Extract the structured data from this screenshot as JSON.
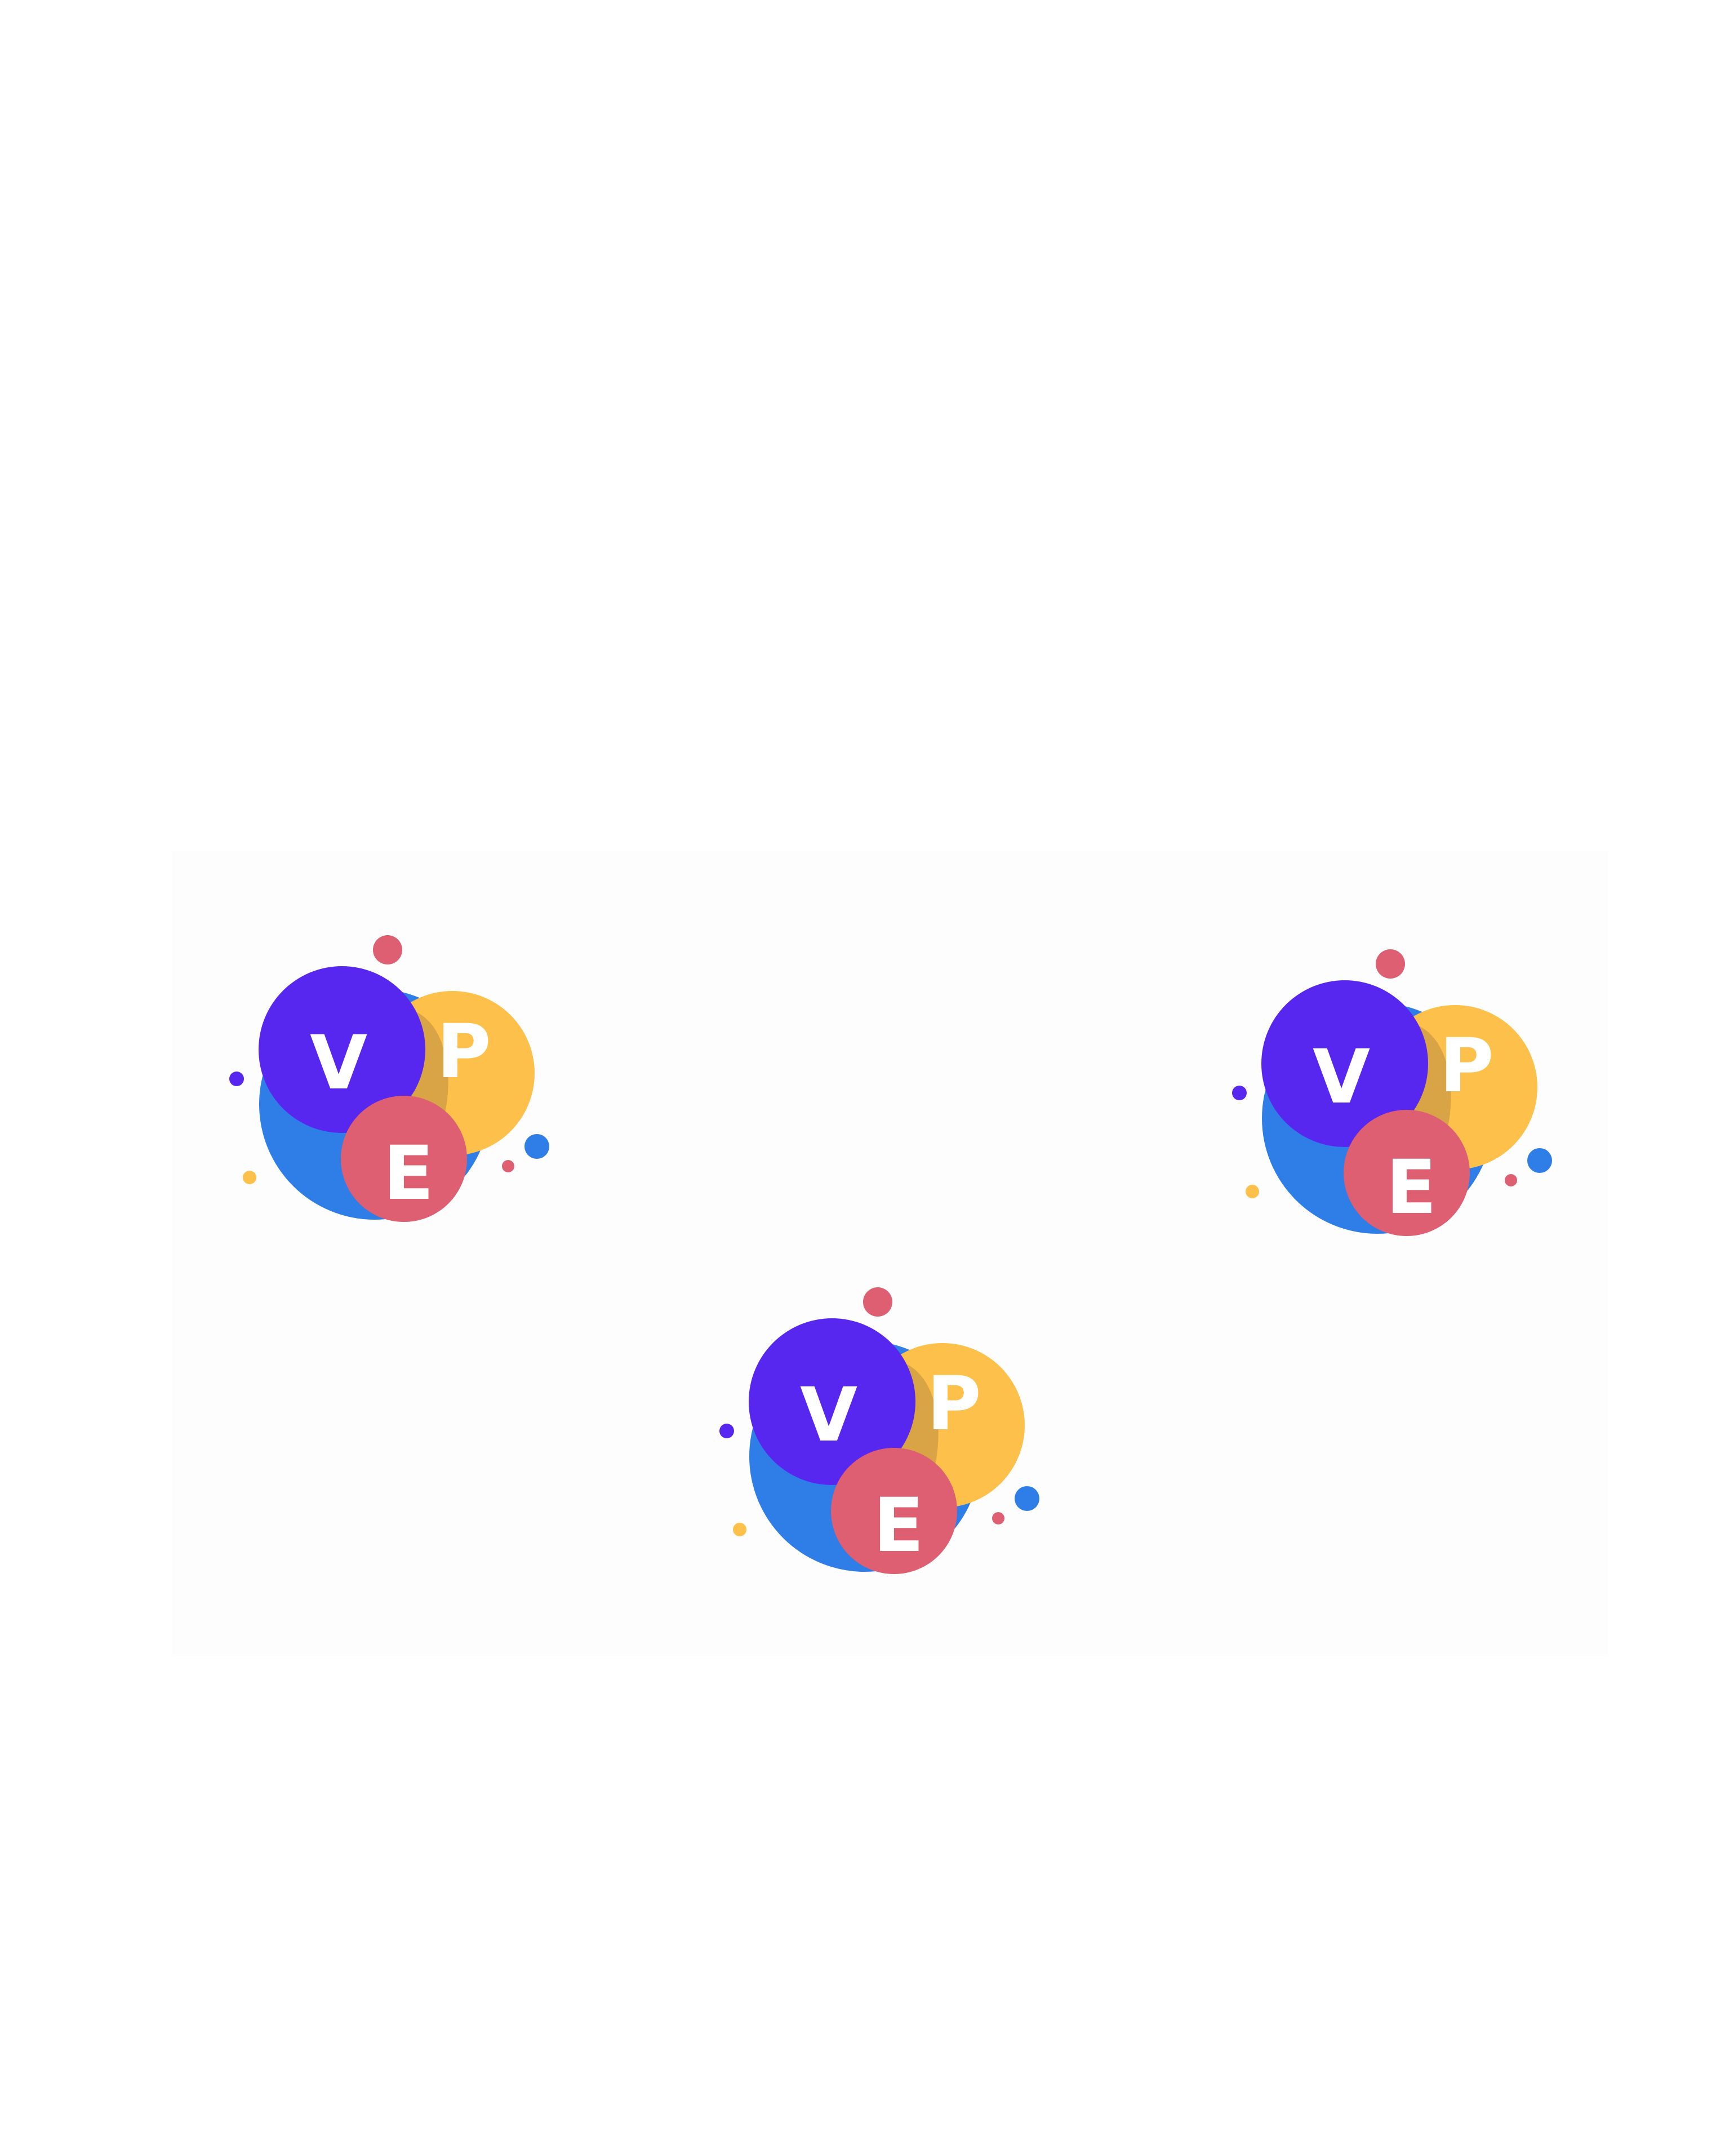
{
  "colors": {
    "background": "#ffffff",
    "panel": "#fdfdfd",
    "blue": "#2f7de6",
    "purple": "#5727f0",
    "yellow": "#fdc04b",
    "overlap": "#d8a445",
    "pink": "#de5f72",
    "letter": "#ffffff"
  },
  "logos": [
    {
      "id": "logo-left",
      "letters": {
        "v": "V",
        "p": "P",
        "e": "E"
      }
    },
    {
      "id": "logo-right",
      "letters": {
        "v": "V",
        "p": "P",
        "e": "E"
      }
    },
    {
      "id": "logo-bottom",
      "letters": {
        "v": "V",
        "p": "P",
        "e": "E"
      }
    }
  ]
}
